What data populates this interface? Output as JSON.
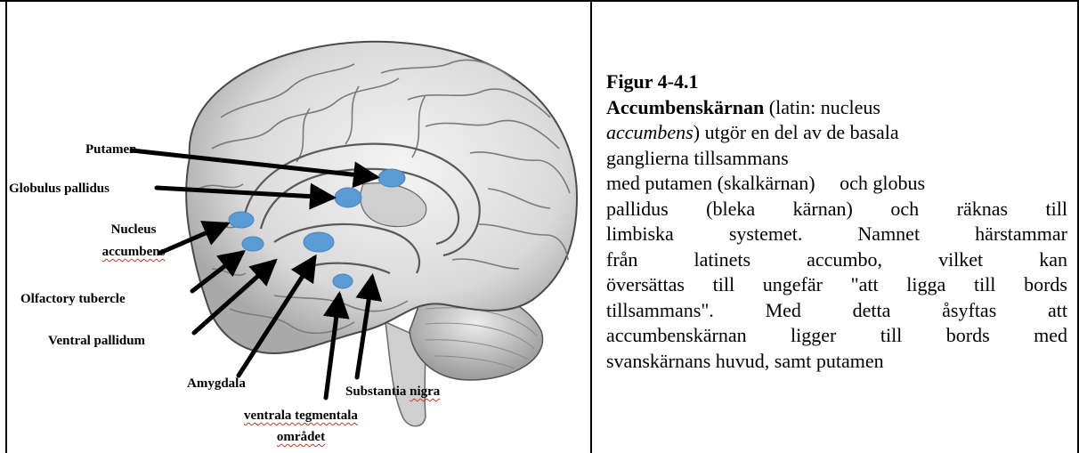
{
  "figure": {
    "labels": {
      "putamen": "Putamen",
      "globulus_pallidus": "Globulus pallidus",
      "nucleus": "Nucleus",
      "accumbens": "accumbens",
      "olfactory_tubercle": "Olfactory tubercle",
      "ventral_pallidum": "Ventral pallidum",
      "amygdala": "Amygdala",
      "substantia": "Substantia",
      "nigra": "nigra",
      "ventrala_tegmentala": "ventrala tegmentala",
      "omradet": "området"
    },
    "colors": {
      "highlight": "#5b9bd5",
      "arrow": "#000000"
    }
  },
  "caption": {
    "title": "Figur 4-4.1",
    "term_bold": "Accumbenskärnan",
    "latin_open": " (latin: nucleus",
    "latin_italic": "accumbens",
    "sentence1_rest": ") utgör en del av de basala",
    "line3": "ganglierna tillsammans",
    "line4": "med putamen (skalkärnan)     och globus",
    "line5": "pallidus (bleka kärnan) och räknas till",
    "line6": "limbiska systemet. Namnet härstammar",
    "line7": "från   latinets   accumbo,   vilket   kan",
    "line8": "översättas till ungefär \"att ligga till bords",
    "line9": "tillsammans\".  Med  detta  åsyftas  att",
    "line10": "accumbenskärnan ligger till bords med",
    "line11": "svanskärnans huvud, samt putamen"
  }
}
